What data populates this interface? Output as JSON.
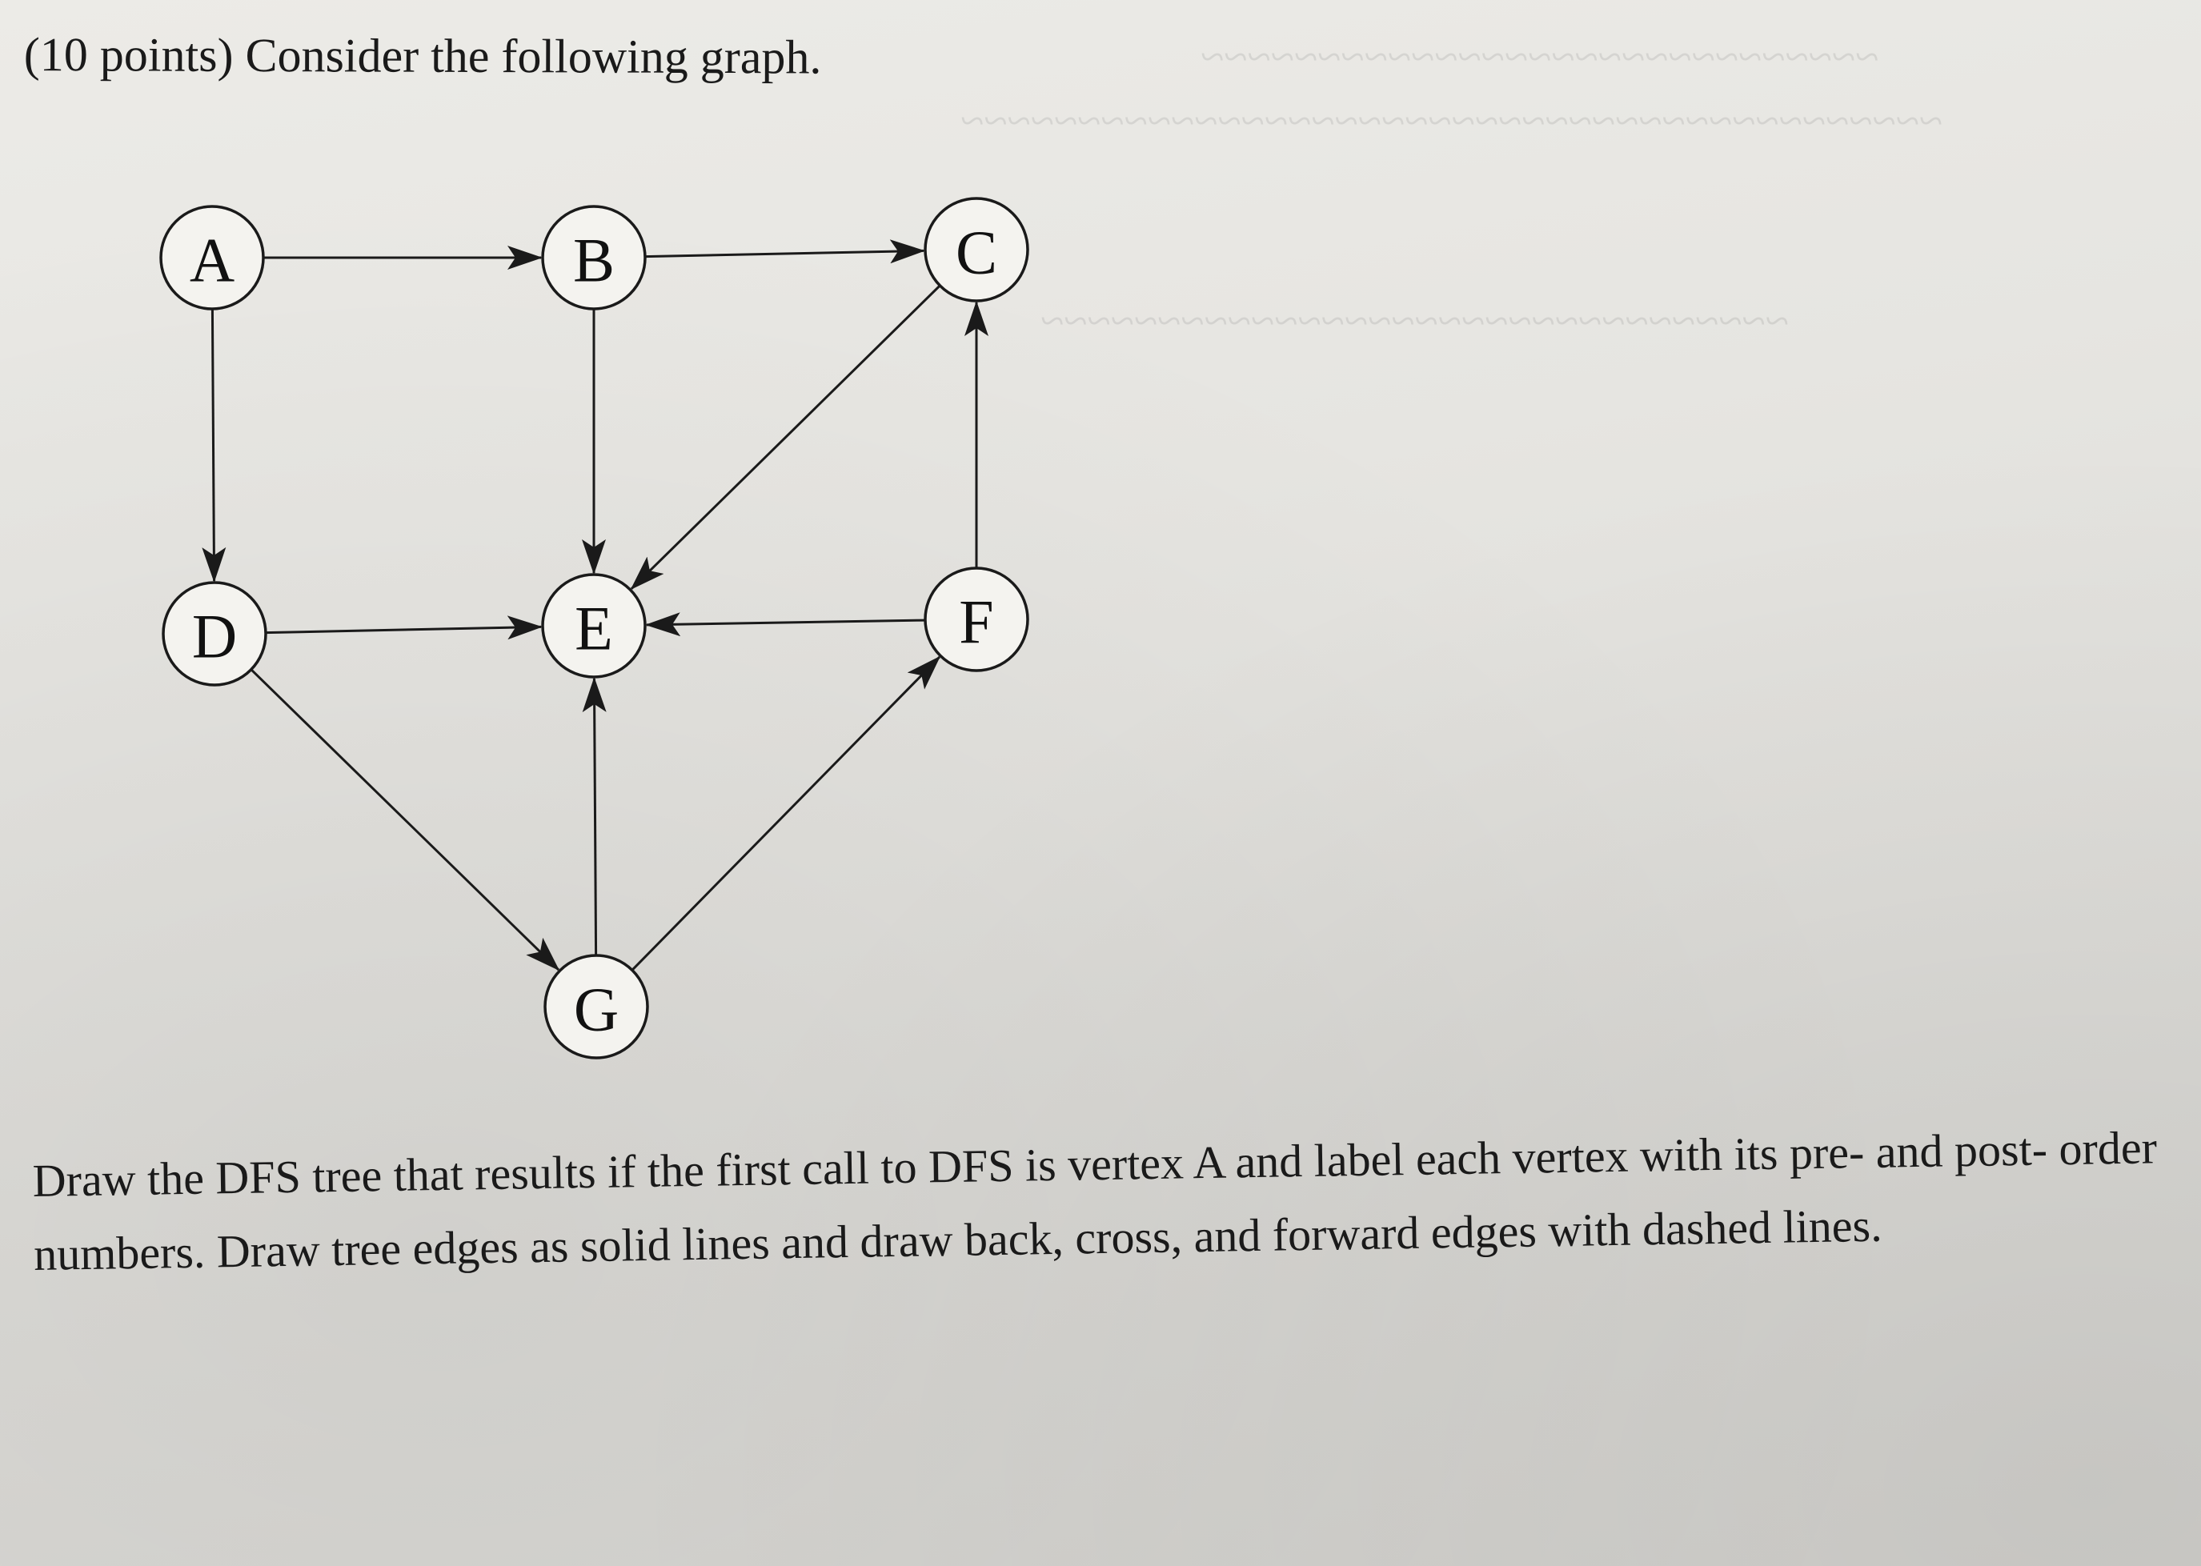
{
  "header": {
    "text": "(10 points) Consider the following graph."
  },
  "instructions": {
    "text": "Draw the DFS tree that results if the first call to DFS is vertex A and label each vertex with its pre- and post- order numbers. Draw tree edges as solid lines and draw back, cross, and forward edges with dashed lines."
  },
  "graph": {
    "nodes": [
      {
        "id": "A",
        "label": "A"
      },
      {
        "id": "B",
        "label": "B"
      },
      {
        "id": "C",
        "label": "C"
      },
      {
        "id": "D",
        "label": "D"
      },
      {
        "id": "E",
        "label": "E"
      },
      {
        "id": "F",
        "label": "F"
      },
      {
        "id": "G",
        "label": "G"
      }
    ],
    "edges": [
      {
        "from": "A",
        "to": "B"
      },
      {
        "from": "B",
        "to": "C"
      },
      {
        "from": "A",
        "to": "D"
      },
      {
        "from": "B",
        "to": "E"
      },
      {
        "from": "C",
        "to": "E"
      },
      {
        "from": "D",
        "to": "E"
      },
      {
        "from": "F",
        "to": "E"
      },
      {
        "from": "F",
        "to": "C"
      },
      {
        "from": "D",
        "to": "G"
      },
      {
        "from": "G",
        "to": "E"
      },
      {
        "from": "G",
        "to": "F"
      }
    ]
  }
}
